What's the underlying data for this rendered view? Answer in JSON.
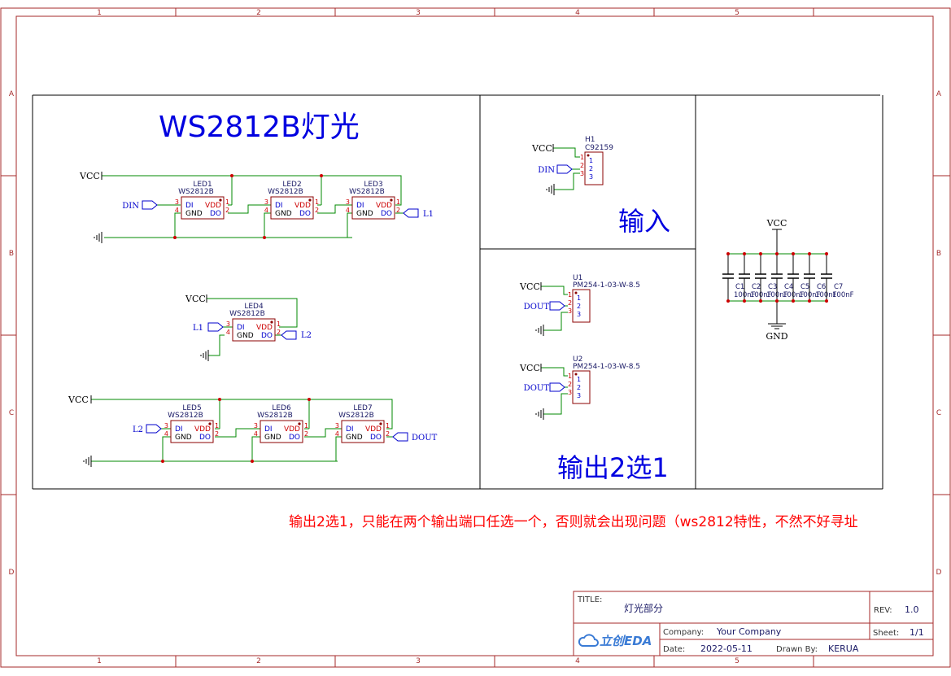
{
  "frame": {
    "cols": [
      "1",
      "2",
      "3",
      "4",
      "5"
    ],
    "rows": [
      "A",
      "B",
      "C",
      "D"
    ]
  },
  "sections": {
    "leds_title": "WS2812B灯光",
    "input_title": "输入",
    "output_title": "输出2选1"
  },
  "note": "输出2选1，只能在两个输出端口任选一个，否则就会出现问题（ws2812特性，不然不好寻址",
  "nets": {
    "vcc": "VCC",
    "gnd": "GND",
    "din": "DIN",
    "dout": "DOUT",
    "l1": "L1",
    "l2": "L2"
  },
  "led_part": {
    "value": "WS2812B",
    "pin_di": "DI",
    "pin_vdd": "VDD",
    "pin_gnd": "GND",
    "pin_do": "DO",
    "pin_nums": [
      "1",
      "2",
      "3",
      "4"
    ]
  },
  "leds": [
    "LED1",
    "LED2",
    "LED3",
    "LED4",
    "LED5",
    "LED6",
    "LED7"
  ],
  "header_h1": {
    "ref": "H1",
    "value": "C92159",
    "pins": [
      "1",
      "2",
      "3"
    ]
  },
  "conn_u1": {
    "ref": "U1",
    "value": "PM254-1-03-W-8.5",
    "pins": [
      "1",
      "2",
      "3"
    ]
  },
  "conn_u2": {
    "ref": "U2",
    "value": "PM254-1-03-W-8.5",
    "pins": [
      "1",
      "2",
      "3"
    ]
  },
  "caps": {
    "refs": [
      "C1",
      "C2",
      "C3",
      "C4",
      "C5",
      "C6",
      "C7"
    ],
    "value": "100nF"
  },
  "title_block": {
    "title_label": "TITLE:",
    "title": "灯光部分",
    "rev_label": "REV:",
    "rev": "1.0",
    "company_label": "Company:",
    "company": "Your Company",
    "sheet_label": "Sheet:",
    "sheet": "1/1",
    "date_label": "Date:",
    "date": "2022-05-11",
    "drawn_label": "Drawn By:",
    "drawn_by": "KERUA",
    "logo": "立创EDA"
  },
  "colors": {
    "frame": "#a52a2a",
    "wire": "#008800",
    "part": "#8b0000",
    "pin_text": "#cc0000",
    "net_label": "#0000cc",
    "heading": "#0000e0",
    "note": "#ff0000",
    "logo": "#3a7bd5"
  }
}
